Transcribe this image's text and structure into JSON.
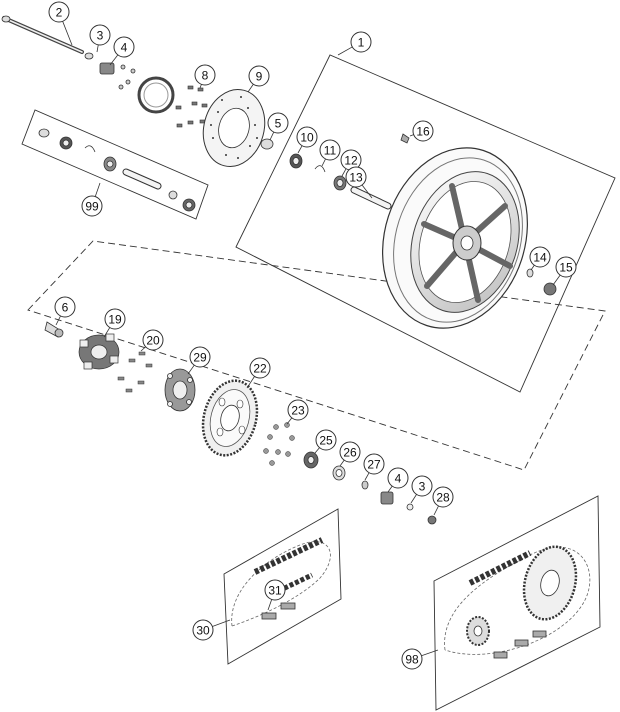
{
  "callouts": [
    {
      "label": "1"
    },
    {
      "label": "2"
    },
    {
      "label": "3"
    },
    {
      "label": "4"
    },
    {
      "label": "8"
    },
    {
      "label": "9"
    },
    {
      "label": "5"
    },
    {
      "label": "10"
    },
    {
      "label": "11"
    },
    {
      "label": "12"
    },
    {
      "label": "13"
    },
    {
      "label": "16"
    },
    {
      "label": "14"
    },
    {
      "label": "15"
    },
    {
      "label": "99"
    },
    {
      "label": "6"
    },
    {
      "label": "19"
    },
    {
      "label": "20"
    },
    {
      "label": "29"
    },
    {
      "label": "22"
    },
    {
      "label": "23"
    },
    {
      "label": "25"
    },
    {
      "label": "26"
    },
    {
      "label": "27"
    },
    {
      "label": "4"
    },
    {
      "label": "3"
    },
    {
      "label": "28"
    },
    {
      "label": "31"
    },
    {
      "label": "30"
    },
    {
      "label": "98"
    }
  ],
  "colors": {
    "line": "#333333",
    "part_fill": "#f2f2f2",
    "part_dark": "#555555"
  }
}
